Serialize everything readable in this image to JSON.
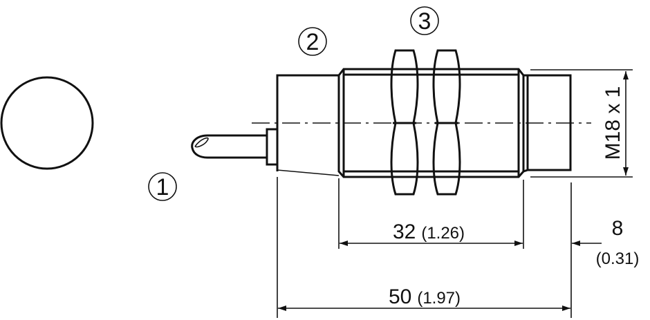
{
  "callouts": [
    "1",
    "2",
    "3"
  ],
  "dimensions": {
    "thread": "M18 x 1",
    "length_thread": {
      "value": "32",
      "inch": "(1.26)"
    },
    "length_front": {
      "value": "8",
      "inch": "(0.31)"
    },
    "length_total": {
      "value": "50",
      "inch": "(1.97)"
    }
  }
}
